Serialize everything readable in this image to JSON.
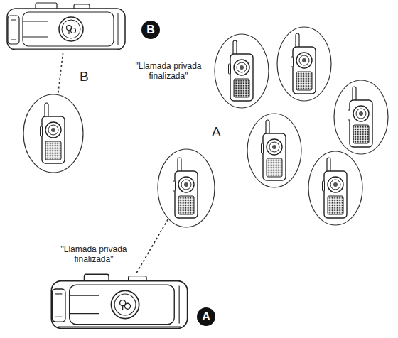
{
  "diagram": {
    "nodes": [
      {
        "text": [
          "B"
        ]
      },
      {
        "text": [
          "B"
        ]
      },
      {
        "text": [
          "A"
        ]
      },
      {
        "text": [
          "A"
        ]
      }
    ],
    "edges": [
      {
        "from": 0,
        "to": 1,
        "arrow": "none"
      },
      {
        "from": 3,
        "to": 2,
        "arrow": "none"
      }
    ],
    "labels": [
      "\"Llamada privada finalizada\"",
      "\"Llamada privada finalizada\""
    ]
  }
}
